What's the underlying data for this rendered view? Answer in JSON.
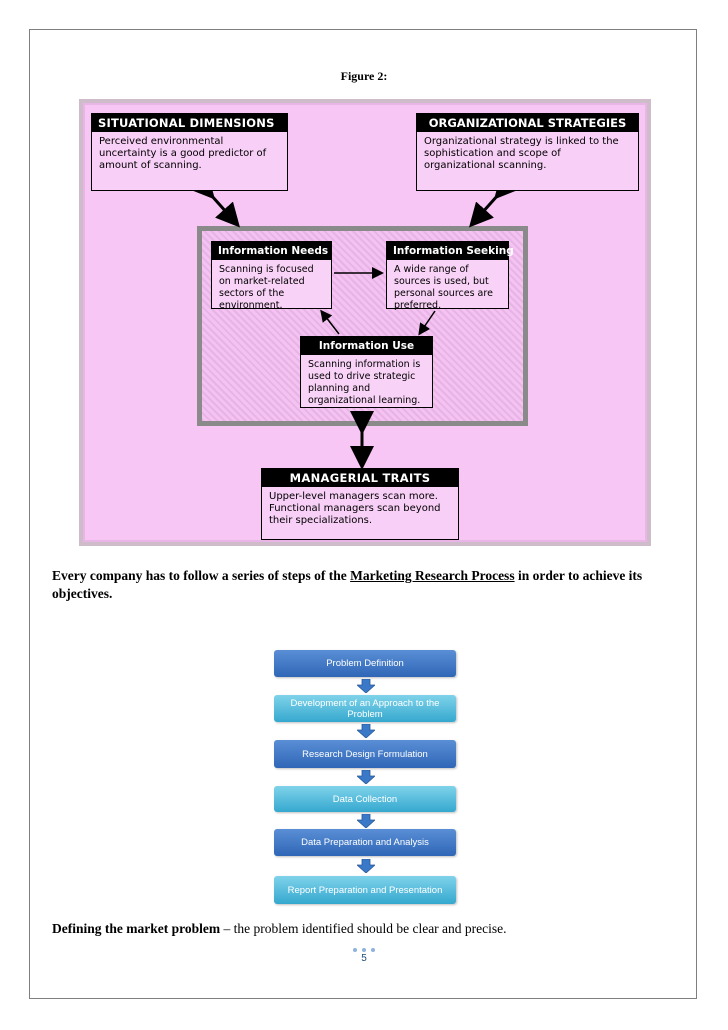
{
  "figure": {
    "caption": "Figure 2:",
    "situational": {
      "title": "SITUATIONAL DIMENSIONS",
      "text": "Perceived environmental uncertainty is a good predictor of amount of scanning."
    },
    "organizational": {
      "title": "ORGANIZATIONAL STRATEGIES",
      "text": "Organizational strategy is linked to the sophistication and scope of organizational scanning."
    },
    "needs": {
      "title": "Information Needs",
      "text": "Scanning is focused on market-related sectors of the environment."
    },
    "seeking": {
      "title": "Information Seeking",
      "text": "A wide range of sources is used, but personal sources are preferred."
    },
    "use": {
      "title": "Information Use",
      "text": "Scanning information is used to drive strategic planning and organizational learning."
    },
    "managerial": {
      "title": "MANAGERIAL TRAITS",
      "text": "Upper-level managers scan more. Functional managers scan beyond their specializations."
    }
  },
  "intro": {
    "before": "Every company has to follow a series of steps of the ",
    "link": "Marketing Research Process",
    "after": " in order to achieve its objectives."
  },
  "process": {
    "steps": [
      "Problem Definition",
      "Development of an Approach to the Problem",
      "Research Design Formulation",
      "Data Collection",
      "Data Preparation and Analysis",
      "Report Preparation and Presentation"
    ]
  },
  "definition": {
    "term": "Defining the market problem",
    "text": " – the problem identified should be clear and precise."
  },
  "footer": {
    "page_number": "5"
  },
  "colors": {
    "diagram_bg": "#f7c6f5",
    "step_dark": "#2f66b6",
    "step_light": "#35a8cf",
    "page_number": "#1f4e79"
  }
}
